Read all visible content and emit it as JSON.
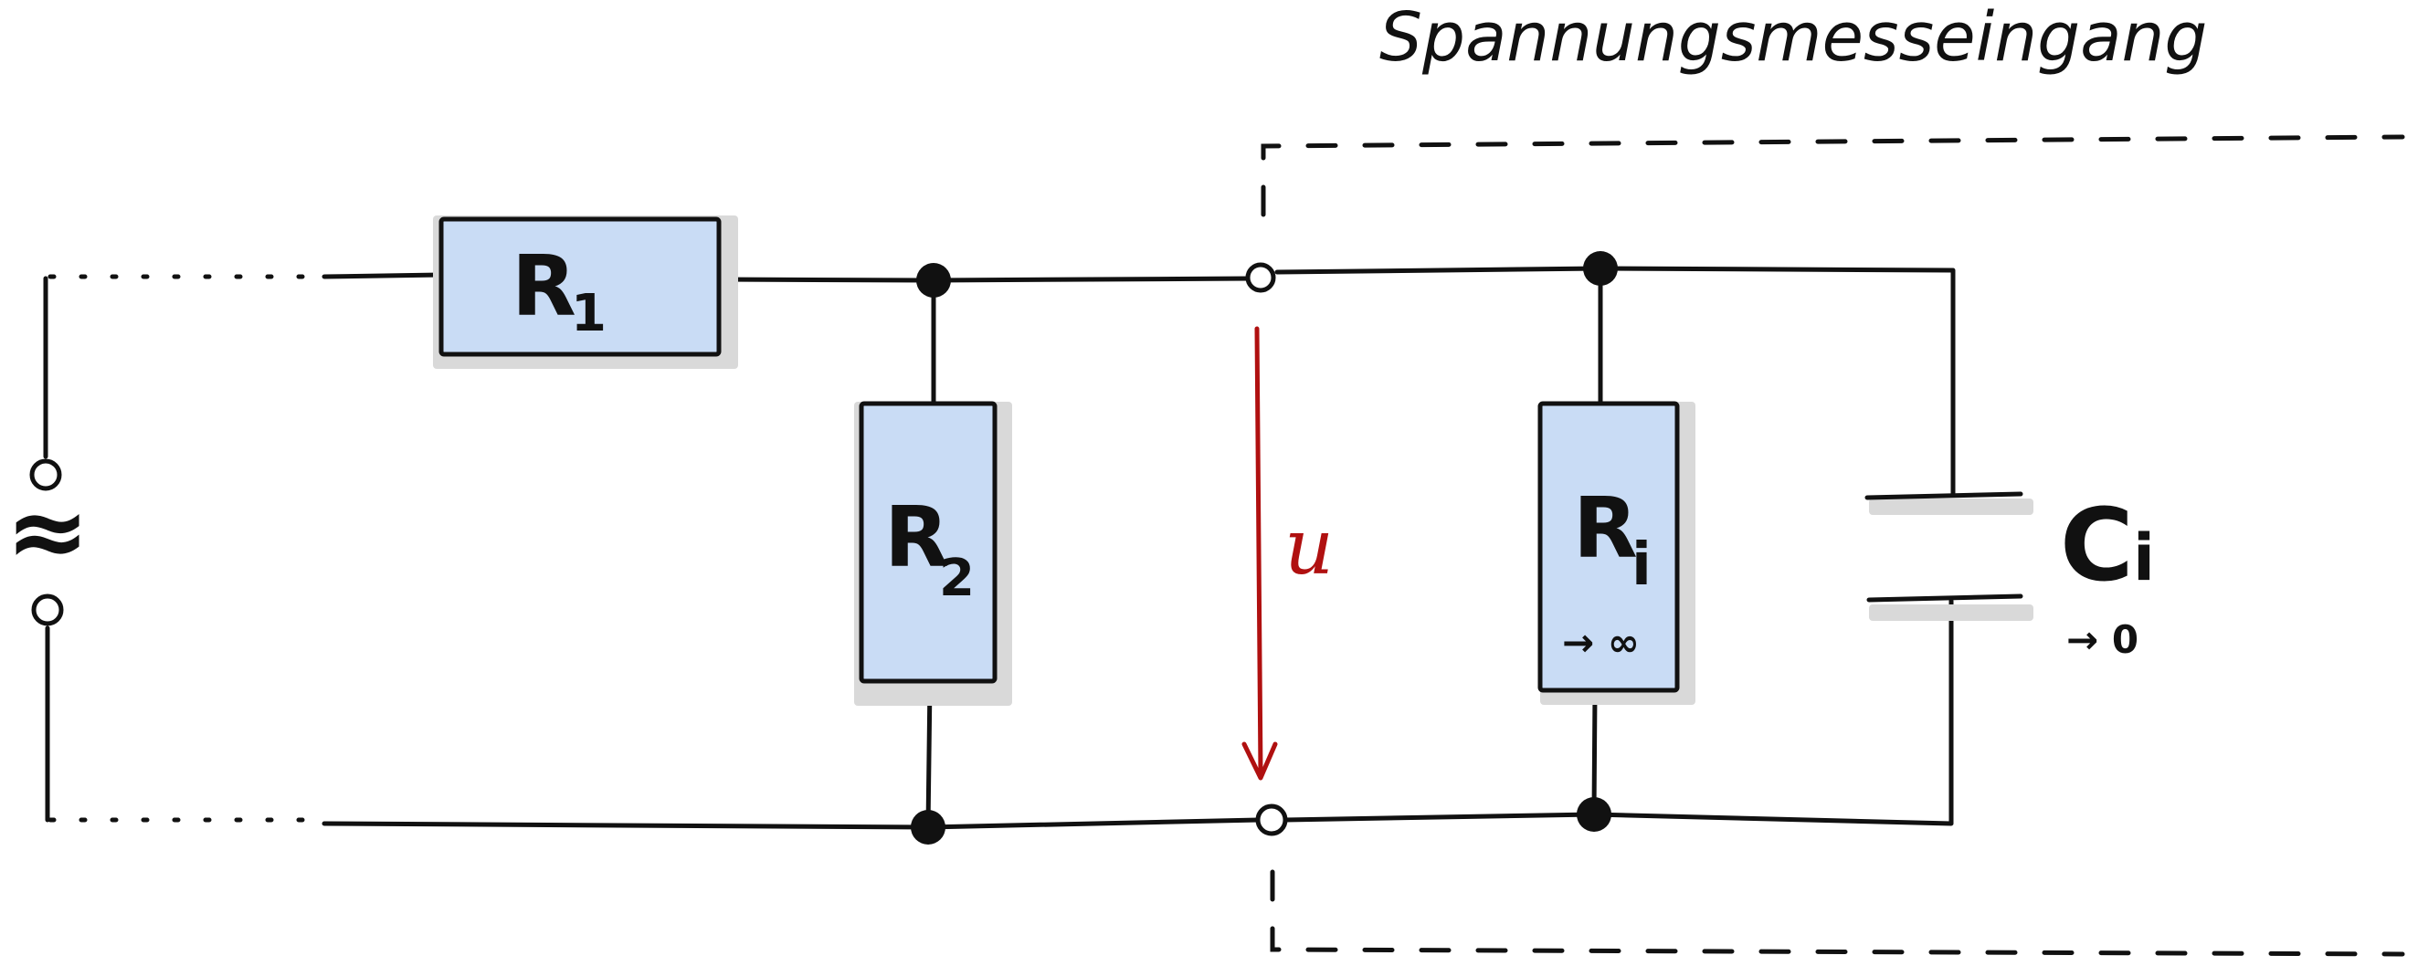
{
  "diagram": {
    "title": "Spannungsmesseingang",
    "components": {
      "r1": {
        "label": "R",
        "sub": "1"
      },
      "r2": {
        "label": "R",
        "sub": "2"
      },
      "ri": {
        "label": "R",
        "sub": "i",
        "note": "→ ∞"
      },
      "ci": {
        "label": "C",
        "sub": "i",
        "note": "→ 0"
      }
    },
    "source_symbol": "≈",
    "voltage_label": "u"
  },
  "colors": {
    "component_fill": "#c9dcf5",
    "line": "#111111",
    "voltage_arrow": "#b01010",
    "shadow": "#d9d9d9"
  }
}
